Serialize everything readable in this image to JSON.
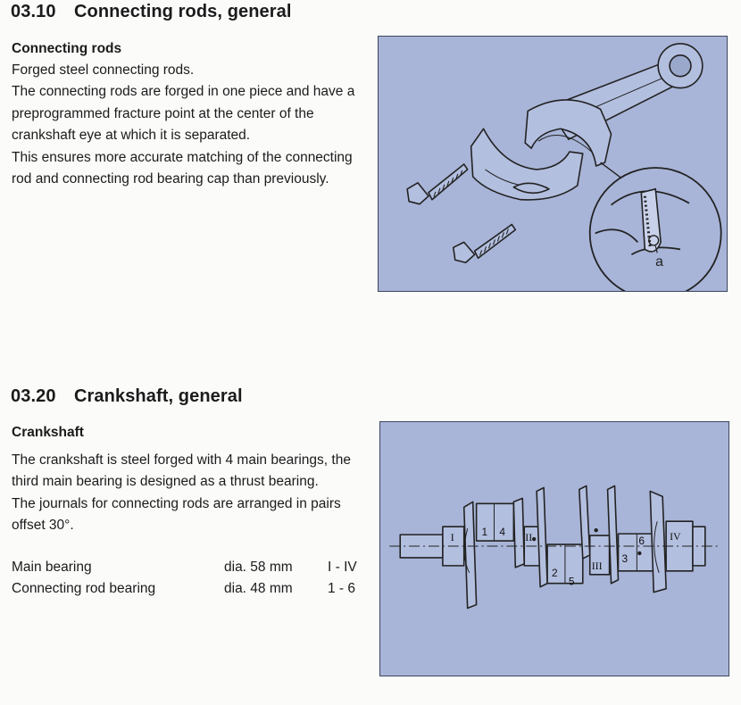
{
  "section1": {
    "number": "03.10",
    "title": "Connecting rods, general",
    "subheading": "Connecting rods",
    "paragraphs": [
      "Forged steel connecting rods.",
      "The connecting rods are forged in one piece and have a preprogrammed fracture point at the center of the crankshaft eye at which it is separated.",
      "This ensures more accurate matching of the connecting rod and connecting rod bearing cap than previously."
    ],
    "figure": {
      "callout_label": "a"
    }
  },
  "section2": {
    "number": "03.20",
    "title": "Crankshaft, general",
    "subheading": "Crankshaft",
    "paragraphs": [
      "The crankshaft is steel forged with 4 main bearings, the third main bearing is designed as a thrust bearing.",
      "The journals for connecting rods are arranged in pairs offset 30°."
    ],
    "specs": [
      {
        "name": "Main bearing",
        "value": "dia. 58 mm",
        "range": "I - IV"
      },
      {
        "name": "Connecting rod bearing",
        "value": "dia. 48 mm",
        "range": "1 - 6"
      }
    ],
    "figure": {
      "main_bearing_labels": [
        "I",
        "II",
        "III",
        "IV"
      ],
      "rod_journal_labels": [
        "1",
        "2",
        "3",
        "4",
        "5",
        "6"
      ]
    }
  },
  "colors": {
    "figure_background": "#a8b5d8",
    "figure_border": "#3c465e",
    "ink": "#1b1b1b"
  }
}
